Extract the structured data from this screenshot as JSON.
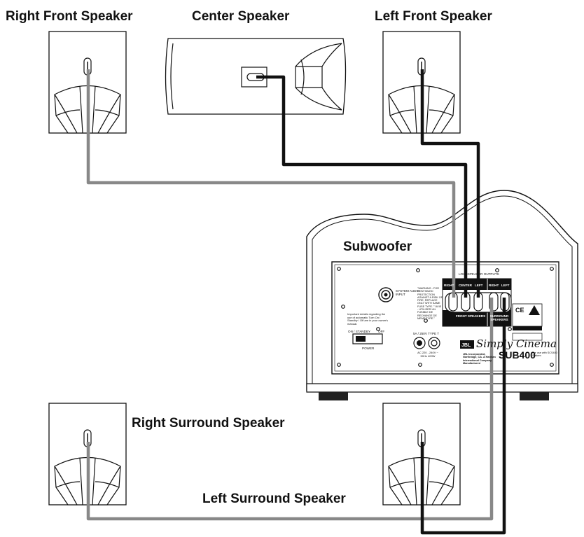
{
  "labels": {
    "right_front": "Right Front Speaker",
    "center": "Center Speaker",
    "left_front": "Left Front Speaker",
    "subwoofer": "Subwoofer",
    "right_surround": "Right Surround Speaker",
    "left_surround": "Left Surround Speaker"
  },
  "panel": {
    "loudspeaker_outputs": "LOUDSPEAKER OUTPUTS",
    "right": "RIGHT",
    "center": "CENTER",
    "left": "LEFT",
    "surround_right": "RIGHT",
    "surround_left": "LEFT",
    "front_speakers": "FRONT SPEAKERS",
    "surround_speakers": "SURROUND SPEAKERS",
    "system_audio_input": "SYSTEM AUDIO INPUT",
    "power_note": "Important details regarding the use of automatic Turn On / Standby / Off are in your owner's manual.",
    "on_standby": "ON / STANDBY",
    "off": "OFF",
    "power": "POWER",
    "warning": "\"WARNING - FOR CONTINUED PROTECTION AGAINST A RISK OF FIRE, REPLACE ONLY WITH SAME FUSE TYPE.\" \"AVIS - UTILISER UN FUSIBLE DE RECHANGE DE MEME TYPE.\"",
    "fuse": "5A / 250V TYPE T",
    "ac": "AC 220 - 240V ~ 50Hz 400W",
    "brand_logo": "JBL",
    "brand_script": "Simply Cinema",
    "model": "SUB400",
    "model_note": "For use with SCS400 System",
    "maker": "JBL Incorporated, Northridge, CA. A Harman International Company. Manufactured",
    "marks": "CE"
  }
}
